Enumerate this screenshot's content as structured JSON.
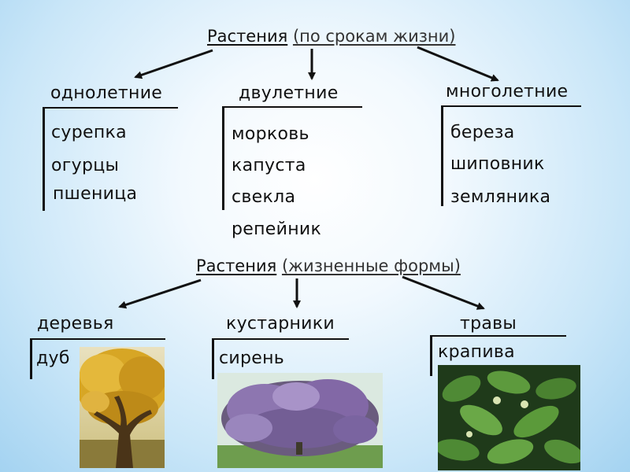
{
  "lifespan": {
    "title": "Растения",
    "title_note": "(по срокам жизни)",
    "groups": [
      {
        "label": "однолетние",
        "items": [
          "сурепка",
          "огурцы",
          "пшеница"
        ]
      },
      {
        "label": "двулетние",
        "items": [
          "морковь",
          "капуста",
          "свекла",
          "репейник"
        ]
      },
      {
        "label": "многолетние",
        "items": [
          "береза",
          "шиповник",
          "земляника"
        ]
      }
    ]
  },
  "life_forms": {
    "title": "Растения",
    "title_note": "(жизненные формы)",
    "groups": [
      {
        "label": "деревья",
        "example": "дуб"
      },
      {
        "label": "кустарники",
        "example": "сирень"
      },
      {
        "label": "травы",
        "example": "крапива"
      }
    ]
  }
}
